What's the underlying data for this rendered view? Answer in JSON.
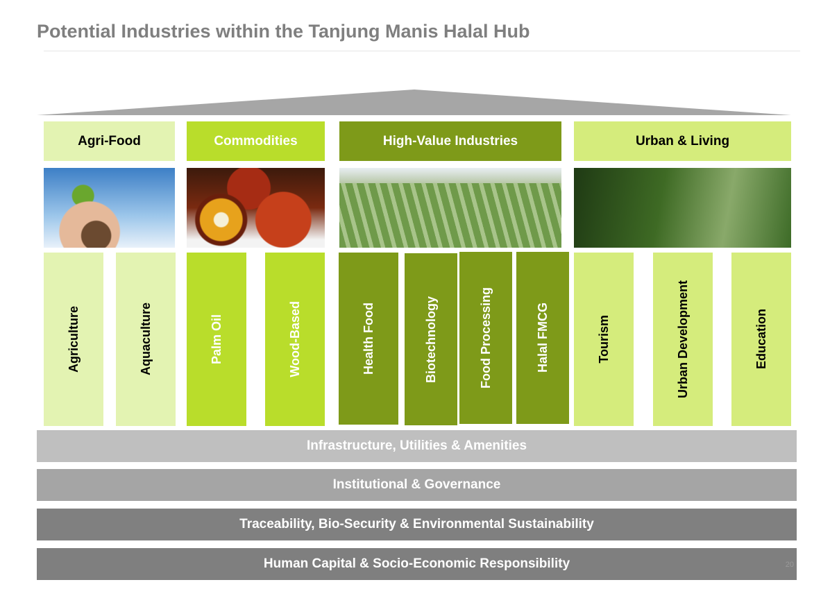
{
  "title": "Potential Industries within the Tanjung Manis Halal Hub",
  "categories": [
    {
      "label": "Agri-Food",
      "color": "#e3f3b2",
      "image": "seedling-in-hands",
      "sectors": [
        "Agriculture",
        "Aquaculture"
      ]
    },
    {
      "label": "Commodities",
      "color": "#b9dd2b",
      "image": "palm-oil-fruit",
      "sectors": [
        "Palm Oil",
        "Wood-Based"
      ]
    },
    {
      "label": "High-Value Industries",
      "color": "#7e9a19",
      "image": "crop-field",
      "sectors": [
        "Health Food",
        "Biotechnology",
        "Food Processing",
        "Halal FMCG"
      ]
    },
    {
      "label": "Urban & Living",
      "color": "#d5ec7c",
      "image": "forest-boardwalk",
      "sectors": [
        "Tourism",
        "Urban Development",
        "Education"
      ]
    }
  ],
  "foundations": [
    "Infrastructure, Utilities & Amenities",
    "Institutional & Governance",
    "Traceability, Bio-Security & Environmental Sustainability",
    "Human Capital & Socio-Economic Responsibility"
  ],
  "page_number": "20"
}
